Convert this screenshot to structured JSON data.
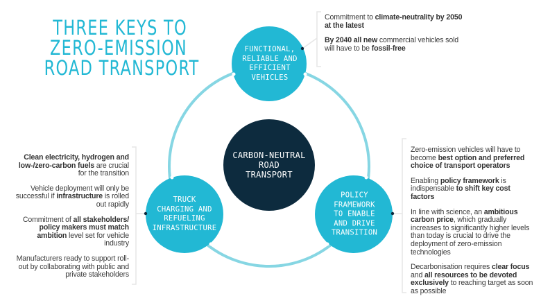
{
  "title": {
    "lines": [
      "THREE KEYS TO",
      "ZERO-EMISSION",
      "ROAD TRANSPORT"
    ]
  },
  "colors": {
    "accent": "#22b8d4",
    "ring": "#86d6e3",
    "center": "#0d2b3e",
    "text": "#3b3b3b",
    "bracket": "#e6e6e6",
    "marker": "#0d2b3e"
  },
  "center": {
    "lines": [
      "CARBON-NEUTRAL",
      "ROAD",
      "TRANSPORT"
    ]
  },
  "nodes": {
    "vehicles": {
      "lines": [
        "FUNCTIONAL,",
        "RELIABLE AND",
        "EFFICIENT",
        "VEHICLES"
      ]
    },
    "infrastructure": {
      "lines": [
        "TRUCK",
        "CHARGING AND",
        "REFUELING",
        "INFRASTRUCTURE"
      ]
    },
    "policy": {
      "lines": [
        "POLICY",
        "FRAMEWORK",
        "TO ENABLE",
        "AND DRIVE",
        "TRANSITION"
      ]
    }
  },
  "notes": {
    "vehicles": [
      [
        {
          "t": "Commitment to ",
          "b": false
        },
        {
          "t": "climate-neutrality by 2050 at the latest",
          "b": true
        }
      ],
      [
        {
          "t": "By 2040 all new",
          "b": true
        },
        {
          "t": " commercial vehicles sold will have to be ",
          "b": false
        },
        {
          "t": "fossil-free",
          "b": true
        }
      ]
    ],
    "infrastructure": [
      [
        {
          "t": "Clean electricity, hydrogen and low-/zero-carbon fuels",
          "b": true
        },
        {
          "t": " are crucial for the transition",
          "b": false
        }
      ],
      [
        {
          "t": "Vehicle deployment will only be successful if ",
          "b": false
        },
        {
          "t": "infrastructure",
          "b": true
        },
        {
          "t": " is rolled out rapidly",
          "b": false
        }
      ],
      [
        {
          "t": "Commitment of ",
          "b": false
        },
        {
          "t": "all stakeholders/ policy makers must match ambition",
          "b": true
        },
        {
          "t": " level set for vehicle industry",
          "b": false
        }
      ],
      [
        {
          "t": "Manufacturers ready to support roll-out by collaborating with public and private stakeholders",
          "b": false
        }
      ]
    ],
    "policy": [
      [
        {
          "t": "Zero-emission vehicles will have to become ",
          "b": false
        },
        {
          "t": "best option and preferred choice of transport operators",
          "b": true
        }
      ],
      [
        {
          "t": "Enabling ",
          "b": false
        },
        {
          "t": "policy framework",
          "b": true
        },
        {
          "t": " is indispensable ",
          "b": false
        },
        {
          "t": "to shift key cost factors",
          "b": true
        }
      ],
      [
        {
          "t": "In line with science, an ",
          "b": false
        },
        {
          "t": "ambitious carbon price",
          "b": true
        },
        {
          "t": ", which gradually increases to significantly higher levels than today is crucial to drive the deployment of zero-emission technologies",
          "b": false
        }
      ],
      [
        {
          "t": "Decarbonisation requires ",
          "b": false
        },
        {
          "t": "clear focus",
          "b": true
        },
        {
          "t": " and ",
          "b": false
        },
        {
          "t": "all resources to be devoted exclusively",
          "b": true
        },
        {
          "t": " to reaching target as soon as possible",
          "b": false
        }
      ]
    ]
  }
}
